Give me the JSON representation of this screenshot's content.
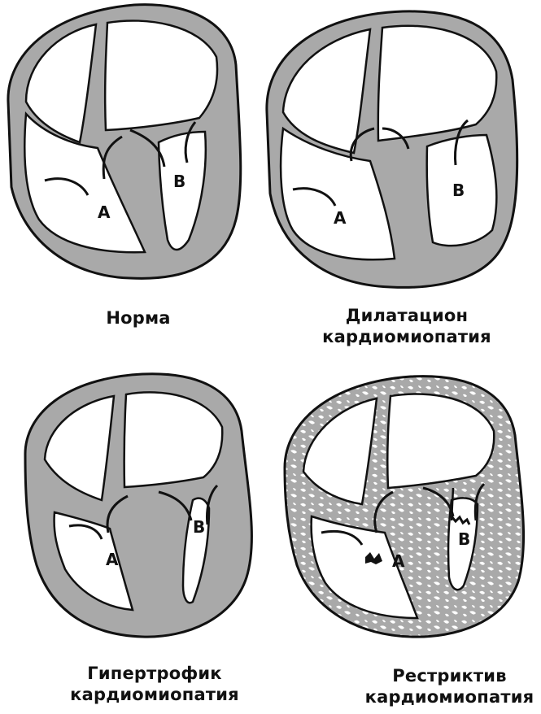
{
  "colors": {
    "muscle": "#a9a9a9",
    "outline": "#111111",
    "cavity": "#ffffff",
    "fibrosis_dots": "#ffffff"
  },
  "panels": [
    {
      "id": "normal",
      "caption_lines": [
        "Норма"
      ],
      "chamber_left": "A",
      "chamber_right": "B"
    },
    {
      "id": "dilated",
      "caption_lines": [
        "Дилатацион",
        "кардиомиопатия"
      ],
      "chamber_left": "A",
      "chamber_right": "B"
    },
    {
      "id": "hypertrophic",
      "caption_lines": [
        "Гипертрофик",
        "кардиомиопатия"
      ],
      "chamber_left": "A",
      "chamber_right": "B"
    },
    {
      "id": "restrictive",
      "caption_lines": [
        "Рестриктив",
        "кардиомиопатия"
      ],
      "chamber_left": "A",
      "chamber_right": "B"
    }
  ]
}
